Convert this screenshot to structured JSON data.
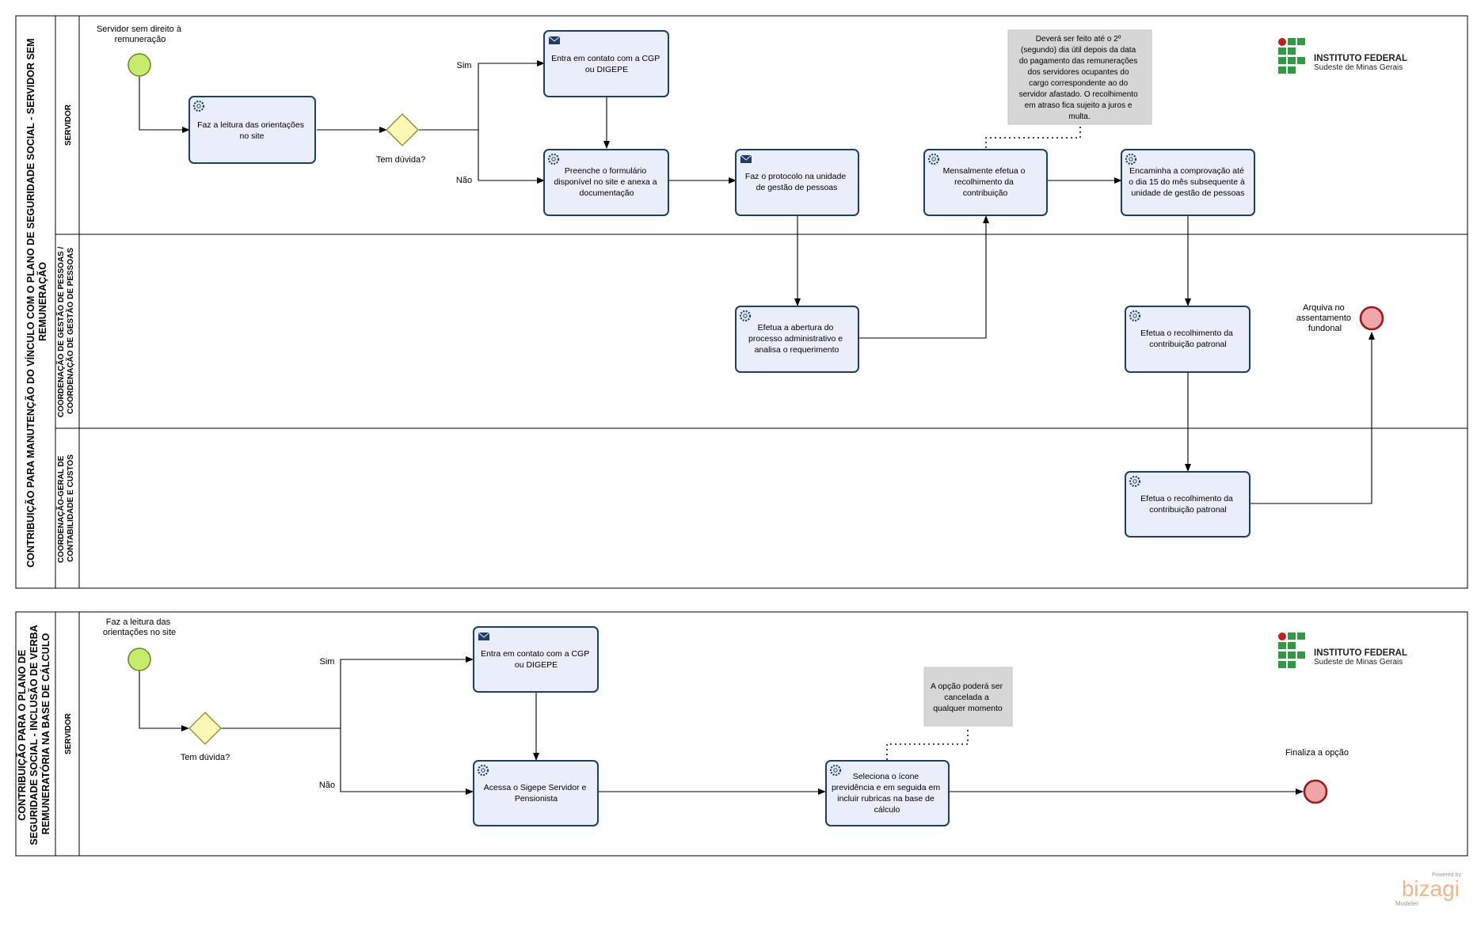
{
  "pool1": {
    "title": [
      "CONTRIBUIÇÃO PARA MANUTENÇÃO DO VÍNCULO COM O PLANO DE SEGURIDADE SOCIAL - SERVIDOR SEM",
      "REMUNERAÇÃO"
    ],
    "lanes": [
      [
        "SERVIDOR"
      ],
      [
        "COORDENAÇÃO DE GESTÃO DE PESSOAS /",
        "COORDENAÇÃO DE GESTÃO DE PESSOAS"
      ],
      [
        "COORDENAÇÃO-GERAL DE",
        "CONTABILIDADE E CUSTOS"
      ]
    ],
    "start_label": [
      "Servidor  sem direito à",
      "remuneração"
    ],
    "gateway_label": "Tem dúvida?",
    "flow_yes": "Sim",
    "flow_no": "Não",
    "tasks": {
      "read": [
        "Faz a leitura das orientações",
        "no site"
      ],
      "contact": [
        "Entra em contato com a CGP",
        "ou DIGEPE"
      ],
      "form": [
        "Preenche o formulário",
        "disponível no site e anexa a",
        "documentação"
      ],
      "protocol": [
        "Faz o protocolo na unidade",
        "de gestão de pessoas"
      ],
      "monthly": [
        "Mensalmente efetua o",
        "recolhimento da",
        "contribuição"
      ],
      "forward": [
        "Encaminha a comprovação até",
        "o dia 15 do mês subsequente à",
        "unidade de gestão de pessoas"
      ],
      "open": [
        "Efetua a abertura do",
        "processo administrativo e",
        "analisa o requerimento"
      ],
      "patronal1": [
        "Efetua o recolhimento da",
        "contribuição patronal"
      ],
      "patronal2": [
        "Efetua o recolhimento da",
        "contribuição patronal"
      ]
    },
    "annotation": [
      "Deverá ser feito até o 2º",
      "(segundo) dia útil depois da data",
      "do pagamento das remunerações",
      "dos servidores ocupantes do",
      "cargo correspondente ao do",
      "servidor afastado. O recolhimento",
      "em atraso fica sujeito a juros e",
      "multa."
    ],
    "end_label": [
      "Arquiva no",
      "assentamento",
      "fundonal"
    ]
  },
  "pool2": {
    "title": [
      "CONTRIBUIÇÃO PARA O PLANO DE",
      "SEGURIDADE SOCIAL - INCLUSÃO DE VERBA",
      "REMUNERATÓRIA NA BASE DE CÁLCULO"
    ],
    "lanes": [
      [
        "SERVIDOR"
      ]
    ],
    "start_label": [
      "Faz a leitura das",
      "orientações no site"
    ],
    "gateway_label": "Tem dúvida?",
    "flow_yes": "Sim",
    "flow_no": "Não",
    "tasks": {
      "contact": [
        "Entra em contato com a CGP",
        "ou DIGEPE"
      ],
      "access": [
        "Acessa o Sigepe Servidor e",
        "Pensionista"
      ],
      "select": [
        "Seleciona o ícone",
        "previdência e em seguida em",
        "incluir rubricas na base de",
        "cálculo"
      ]
    },
    "annotation": [
      "A opção poderá ser",
      "cancelada a",
      "qualquer momento"
    ],
    "end_label": [
      "Finaliza a opção"
    ]
  },
  "logo": {
    "name": "INSTITUTO FEDERAL",
    "campus": "Sudeste de Minas Gerais"
  },
  "watermark": {
    "powered": "Powered by",
    "brand": "bizagi",
    "product": "Modeler"
  },
  "colors": {
    "task_fill": "#eaeefa",
    "task_stroke": "#1c3f6a",
    "start_fill": "#c7eb6a",
    "end_fill": "#f0a6a6",
    "gateway_fill": "#fbf8b6",
    "annotation_fill": "#d6d6d6",
    "logo_green": "#2f9a41",
    "logo_red": "#c8191f"
  }
}
